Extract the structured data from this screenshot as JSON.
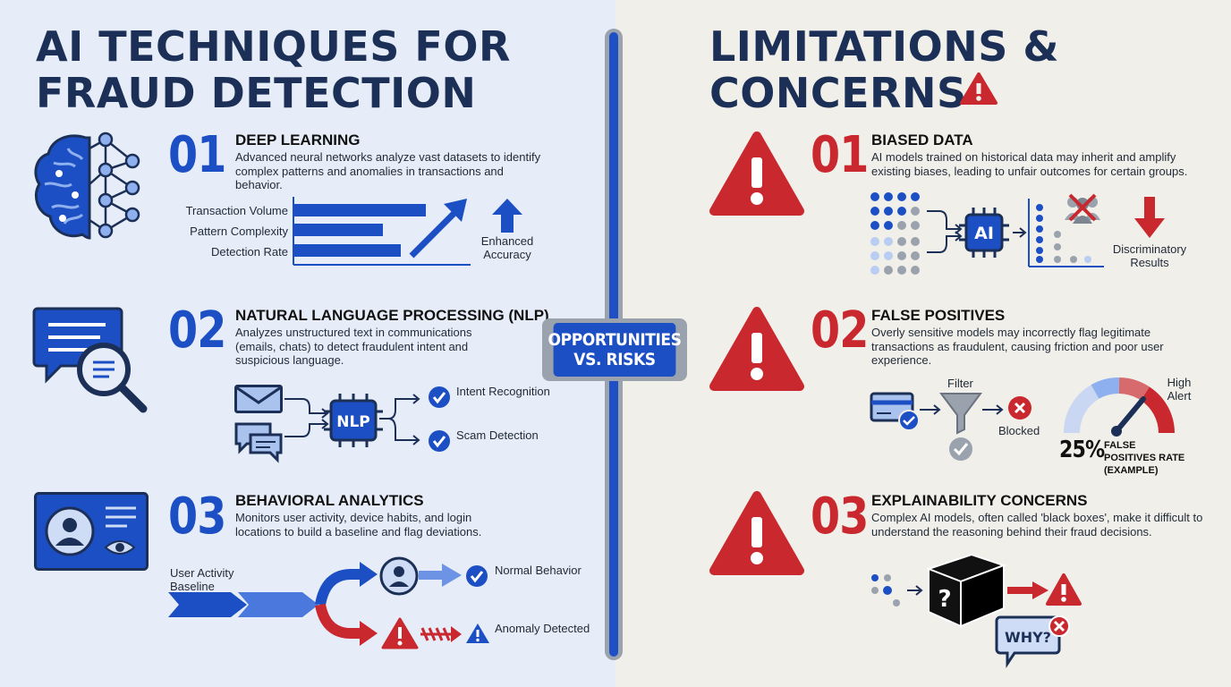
{
  "center_badge": {
    "line1": "OPPORTUNITIES",
    "line2": "VS. RISKS"
  },
  "left": {
    "title_line1": "AI TECHNIQUES FOR",
    "title_line2": "FRAUD DETECTION",
    "sections": [
      {
        "number": "01",
        "title": "DEEP LEARNING",
        "description": "Advanced neural networks analyze vast datasets to identify complex patterns and anomalies in transactions and behavior.",
        "bar_labels": [
          "Transaction Volume",
          "Pattern Complexity",
          "Detection Rate"
        ],
        "result_label": "Enhanced Accuracy"
      },
      {
        "number": "02",
        "title": "NATURAL LANGUAGE PROCESSING (NLP)",
        "description": "Analyzes unstructured text in communications (emails, chats) to detect fraudulent intent and suspicious language.",
        "chip_label": "NLP",
        "outputs": [
          "Intent Recognition",
          "Scam Detection"
        ]
      },
      {
        "number": "03",
        "title": "BEHAVIORAL ANALYTICS",
        "description": "Monitors user activity, device habits, and login locations to build a baseline and flag deviations.",
        "input_label": "User Activity Baseline",
        "normal_label": "Normal Behavior",
        "anomaly_label": "Anomaly Detected"
      }
    ]
  },
  "right": {
    "title_line1": "LIMITATIONS &",
    "title_line2": "CONCERNS",
    "sections": [
      {
        "number": "01",
        "title": "BIASED DATA",
        "description": "AI models trained on historical data may inherit and amplify existing biases, leading to unfair outcomes for certain groups.",
        "chip_label": "AI",
        "result_label": "Discriminatory Results"
      },
      {
        "number": "02",
        "title": "FALSE POSITIVES",
        "description": "Overly sensitive models may incorrectly flag legitimate transactions as fraudulent, causing friction and poor user experience.",
        "filter_label": "Filter",
        "blocked_label": "Blocked",
        "gauge_label": "High Alert",
        "rate_value": "25%",
        "rate_label": "FALSE POSITIVES RATE (EXAMPLE)"
      },
      {
        "number": "03",
        "title": "EXPLAINABILITY CONCERNS",
        "description": "Complex AI models, often called 'black boxes', make it difficult to understand the reasoning behind their fraud decisions.",
        "box_label": "?",
        "why_label": "WHY?"
      }
    ]
  },
  "colors": {
    "blue": "#1d4fc4",
    "navy": "#1b2f57",
    "red": "#c8282e",
    "gray": "#9aa3ad"
  }
}
